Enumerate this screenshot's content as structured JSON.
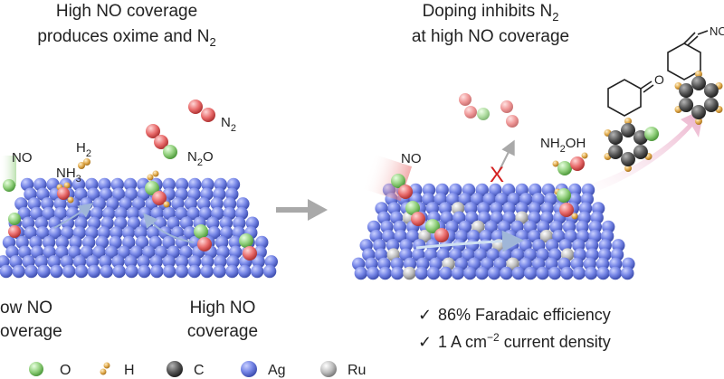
{
  "left_panel": {
    "title_line1": "High NO coverage",
    "title_line2_main": "produces oxime and N",
    "title_line2_sub": "2",
    "label_no": "NO",
    "label_nh3_main": "NH",
    "label_nh3_sub": "3",
    "label_h2_main": "H",
    "label_h2_sub": "2",
    "label_n2_main": "N",
    "label_n2_sub": "2",
    "label_n2o_main": "N",
    "label_n2o_sub": "2",
    "label_n2o_end": "O",
    "low_coverage_line1": "ow NO",
    "low_coverage_line2": "overage",
    "high_coverage_line1": "High NO",
    "high_coverage_line2": "coverage"
  },
  "right_panel": {
    "title_line1_main": "Doping inhibits N",
    "title_line1_sub": "2",
    "title_line2": "at high NO coverage",
    "label_no": "NO",
    "label_nh2oh_a": "NH",
    "label_nh2oh_sub": "2",
    "label_nh2oh_b": "OH",
    "blocked_mark": "X",
    "oxime_label": "NO",
    "ketone_label": "O",
    "benefit1": "86% Faradaic efficiency",
    "benefit2_pre": "1 A cm",
    "benefit2_sup": "−2",
    "benefit2_post": " current density",
    "check_glyph": "✓"
  },
  "legend": {
    "items": [
      {
        "label": "O"
      },
      {
        "label": "H"
      },
      {
        "label": "C"
      },
      {
        "label": "Ag"
      },
      {
        "label": "Ru"
      }
    ]
  },
  "colors": {
    "ag": "#6f7fe0",
    "oxygen": "#8fce7a",
    "nitrogen": "#e86a6a",
    "hydrogen": "#e0a94a",
    "carbon": "#555555",
    "ruthenium": "#bdbdbd",
    "arrow": "#a9a9a9",
    "blocked": "#d42020"
  }
}
